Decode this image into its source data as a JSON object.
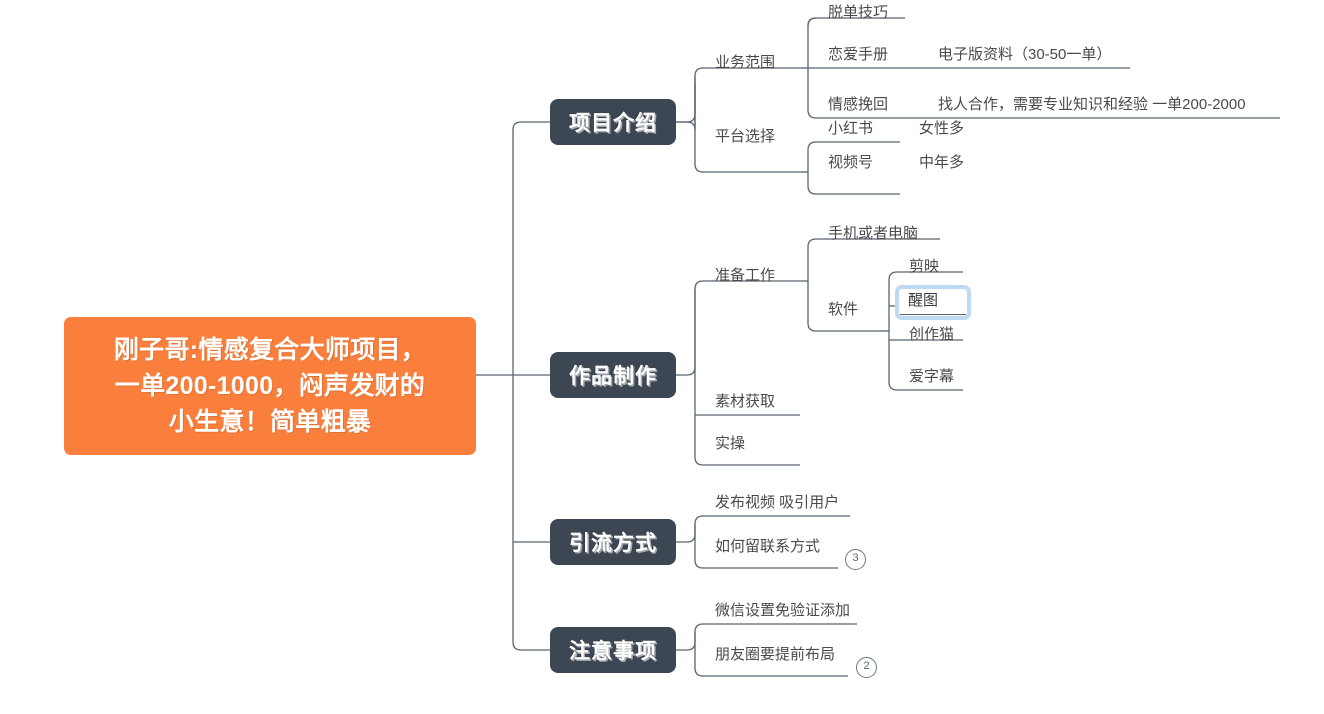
{
  "app": {
    "type": "mindmap",
    "background": "#ffffff",
    "accent_orange": "#fb7f3c",
    "node_dark": "#3d4653",
    "line_color": "#5a6472",
    "selection_color": "#bed9f2"
  },
  "root": {
    "label": "刚子哥:情感复合大师项目，一单200-1000，闷声发财的小生意！简单粗暴",
    "line1": "刚子哥:情感复合大师项目，",
    "line2": "一单200-1000，闷声发财的",
    "line3": "小生意！简单粗暴"
  },
  "branches": [
    {
      "id": "project-intro",
      "label": "项目介绍",
      "children": [
        {
          "label": "业务范围",
          "children": [
            {
              "label": "脱单技巧",
              "details": []
            },
            {
              "label": "恋爱手册",
              "details": [
                "电子版资料（30-50一单）"
              ]
            },
            {
              "label": "情感挽回",
              "details": [
                "找人合作，需要专业知识和经验 一单200-2000"
              ]
            }
          ]
        },
        {
          "label": "平台选择",
          "children": [
            {
              "label": "小红书",
              "details": [
                "女性多"
              ]
            },
            {
              "label": "视频号",
              "details": [
                "中年多"
              ]
            }
          ]
        }
      ]
    },
    {
      "id": "content-production",
      "label": "作品制作",
      "children": [
        {
          "label": "准备工作",
          "children": [
            {
              "label": "手机或者电脑",
              "details": []
            },
            {
              "label": "软件",
              "apps": [
                {
                  "label": "剪映",
                  "selected": false
                },
                {
                  "label": "醒图",
                  "selected": true
                },
                {
                  "label": "创作猫",
                  "selected": false
                },
                {
                  "label": "爱字幕",
                  "selected": false
                }
              ]
            }
          ]
        },
        {
          "label": "素材获取",
          "children": []
        },
        {
          "label": "实操",
          "children": []
        }
      ]
    },
    {
      "id": "traffic-method",
      "label": "引流方式",
      "children": [
        {
          "label": "发布视频 吸引用户",
          "badge": null
        },
        {
          "label": "如何留联系方式",
          "badge": "3"
        }
      ]
    },
    {
      "id": "notes",
      "label": "注意事项",
      "children": [
        {
          "label": "微信设置免验证添加",
          "badge": null
        },
        {
          "label": "朋友圈要提前布局",
          "badge": "2"
        }
      ]
    }
  ],
  "badges": {
    "traffic": "3",
    "notes": "2"
  }
}
